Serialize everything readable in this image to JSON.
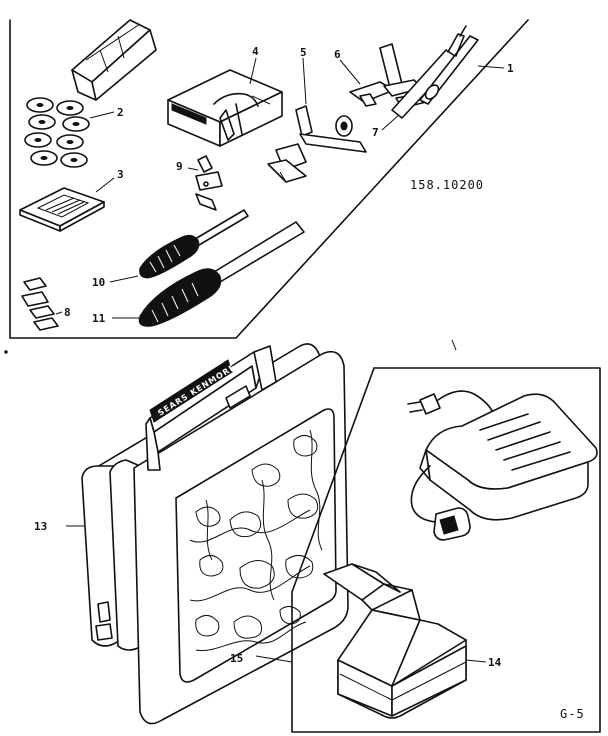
{
  "diagram": {
    "model_number": "158.10200",
    "page_code": "G-5",
    "brand_text": "SEARS KENMORE",
    "parts": [
      {
        "id": "1",
        "label": "1",
        "part": "seam-ripper"
      },
      {
        "id": "2",
        "label": "2",
        "part": "bobbins"
      },
      {
        "id": "3",
        "label": "3",
        "part": "needle-pack"
      },
      {
        "id": "4",
        "label": "4",
        "part": "accessory-box"
      },
      {
        "id": "5",
        "label": "5",
        "part": "presser-foot-guide"
      },
      {
        "id": "6",
        "label": "6",
        "part": "zipper-foot"
      },
      {
        "id": "7",
        "label": "7",
        "part": "presser-foot"
      },
      {
        "id": "8",
        "label": "8",
        "part": "spool-pins"
      },
      {
        "id": "9",
        "label": "9",
        "part": "hemmer-foot"
      },
      {
        "id": "10",
        "label": "10",
        "part": "small-screwdriver"
      },
      {
        "id": "11",
        "label": "11",
        "part": "large-screwdriver"
      },
      {
        "id": "13",
        "label": "13",
        "part": "carrying-case"
      },
      {
        "id": "14",
        "label": "14",
        "part": "carton"
      },
      {
        "id": "15",
        "label": "15",
        "part": "foot-control-box"
      }
    ]
  }
}
